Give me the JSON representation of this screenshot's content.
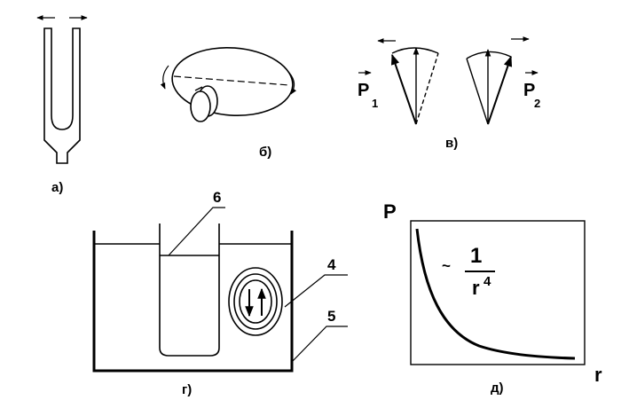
{
  "panels": {
    "a": {
      "caption": "а)"
    },
    "b": {
      "caption": "б)"
    },
    "v": {
      "caption": "в)",
      "left_vector": "P",
      "left_sub": "1",
      "right_vector": "P",
      "right_sub": "2"
    },
    "g": {
      "caption": "г)",
      "callout_6": "6",
      "callout_4": "4",
      "callout_5": "5"
    },
    "d": {
      "caption": "д)",
      "y_label": "P",
      "x_label": "r",
      "approx": "~",
      "numerator": "1",
      "denominator": "r",
      "exponent": "4"
    }
  },
  "colors": {
    "ink": "#000000",
    "paper": "#ffffff"
  }
}
